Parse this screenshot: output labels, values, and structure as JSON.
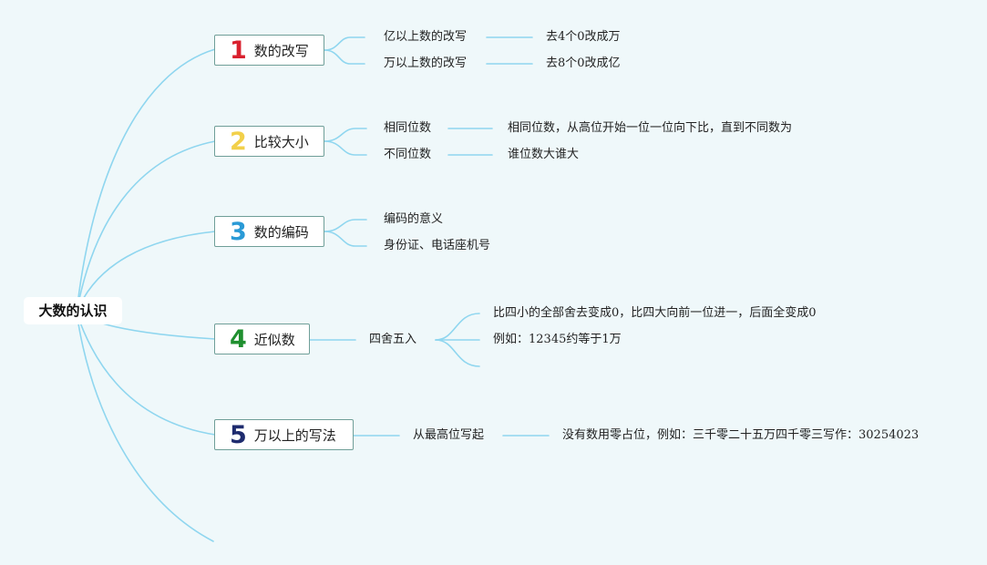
{
  "root": {
    "label": "大数的认识"
  },
  "colors": {
    "line": "#8fd6ef",
    "node_border": "#6f9e98",
    "background": "#eff8fa",
    "num1": "#d9202e",
    "num2": "#f2d04a",
    "num3": "#2a9ad6",
    "num4": "#1f8f2f",
    "num5": "#1e2b6e"
  },
  "branches": [
    {
      "number": "1",
      "label": "数的改写",
      "items": [
        {
          "label": "亿以上数的改写",
          "detail": "去4个0改成万"
        },
        {
          "label": "万以上数的改写",
          "detail": "去8个0改成亿"
        }
      ]
    },
    {
      "number": "2",
      "label": "比较大小",
      "items": [
        {
          "label": "相同位数",
          "detail": "相同位数，从高位开始一位一位向下比，直到不同数为"
        },
        {
          "label": "不同位数",
          "detail": "谁位数大谁大"
        }
      ]
    },
    {
      "number": "3",
      "label": "数的编码",
      "items": [
        {
          "label": "编码的意义"
        },
        {
          "label": "身份证、电话座机号"
        }
      ]
    },
    {
      "number": "4",
      "label": "近似数",
      "sub": {
        "label": "四舍五入",
        "items": [
          "比四小的全部舍去变成0，比四大向前一位进一，后面全变成0",
          "例如：12345约等于1万",
          ""
        ]
      }
    },
    {
      "number": "5",
      "label": "万以上的写法",
      "sub": {
        "label": "从最高位写起",
        "detail": "没有数用零占位，例如：三千零二十五万四千零三写作：30254023"
      }
    }
  ]
}
